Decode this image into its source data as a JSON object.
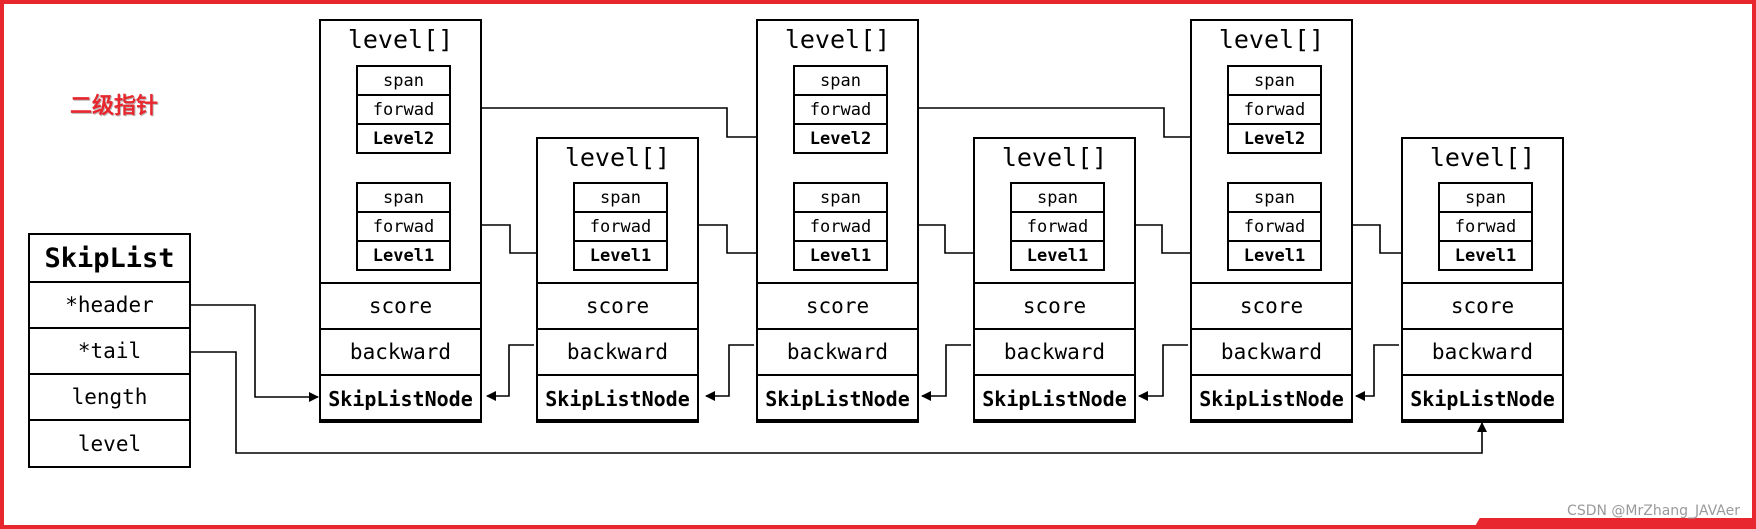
{
  "annotation": "二级指针",
  "watermark": "CSDN @MrZhang_JAVAer",
  "colors": {
    "frame": "#e8262e",
    "line": "#000000",
    "annotation": "#e8262e"
  },
  "skiplist": {
    "title": "SkipList",
    "fields": [
      "*header",
      "*tail",
      "length",
      "level"
    ]
  },
  "node": {
    "levels_title": "level[]",
    "span": "span",
    "forward": "forwad",
    "score": "score",
    "backward": "backward",
    "name": "SkipListNode",
    "level1": "Level1",
    "level2": "Level2"
  },
  "nodes": [
    {
      "levels": 2
    },
    {
      "levels": 1
    },
    {
      "levels": 2
    },
    {
      "levels": 1
    },
    {
      "levels": 2
    },
    {
      "levels": 1
    }
  ]
}
